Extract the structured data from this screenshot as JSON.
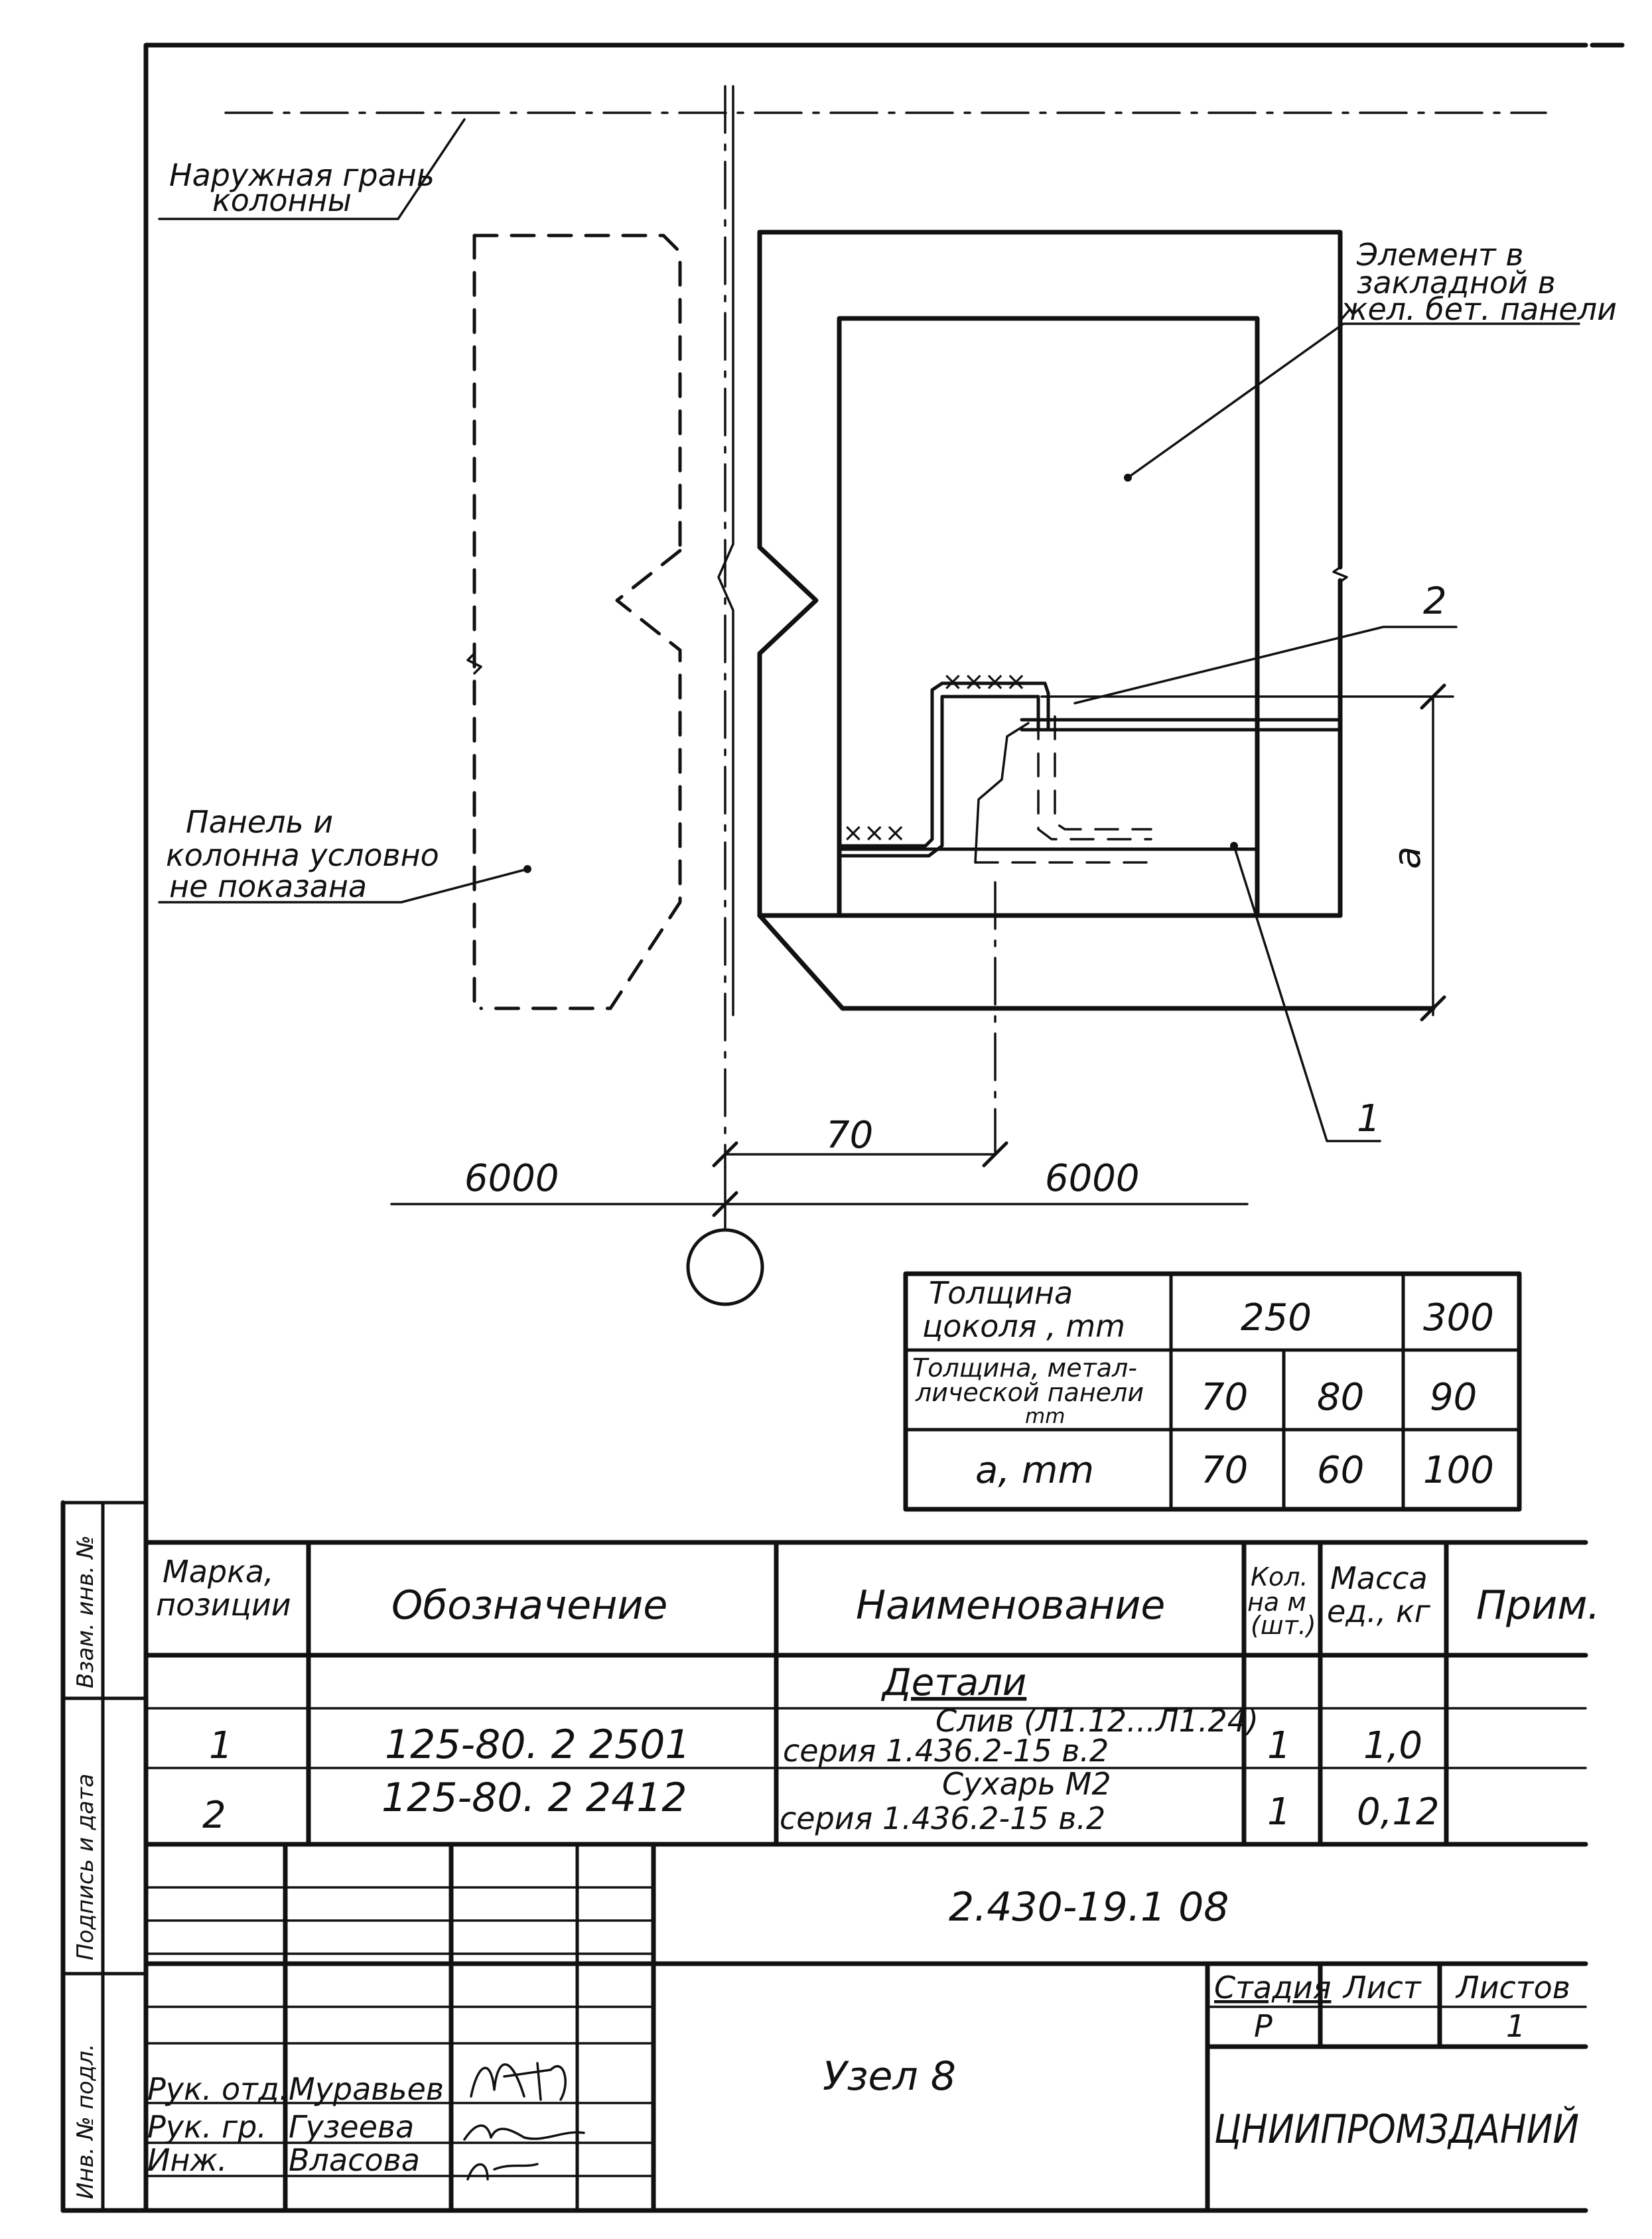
{
  "drawing": {
    "label_outer_face_line1": "Наружная грань",
    "label_outer_face_line2": "колонны",
    "label_element_line1": "Элемент в",
    "label_element_line2": "закладной в",
    "label_element_line3": "жел. бет. панели",
    "label_panel_line1": "Панель и",
    "label_panel_line2": "колонна условно",
    "label_panel_line3": "не показана",
    "callout_1": "1",
    "callout_2": "2",
    "dim_a": "а",
    "dim_70": "70",
    "dim_left_6000": "6000",
    "dim_right_6000": "6000"
  },
  "thickness_table": {
    "row1_label_line1": "Толщина",
    "row1_label_line2": "цоколя , mm",
    "row1_val_250": "250",
    "row1_val_300": "300",
    "row2_label_line1": "Толщина, метал-",
    "row2_label_line2": "лической панели",
    "row2_label_line3": "mm",
    "row2_vals": [
      "70",
      "80",
      "90"
    ],
    "row3_label": "а, mm",
    "row3_vals": [
      "70",
      "60",
      "100"
    ]
  },
  "spec_table": {
    "header": {
      "mark_line1": "Марка,",
      "mark_line2": "позиции",
      "designation": "Обозначение",
      "name": "Наименование",
      "qty_line1": "Кол.",
      "qty_line2": "на м",
      "qty_line3": "(шт.)",
      "mass_line1": "Масса",
      "mass_line2": "ед., кг",
      "note": "Прим."
    },
    "section_title": "Детали",
    "rows": [
      {
        "mark": "1",
        "designation": "125-80. 2 2501",
        "name_line1": "Слив (Л1.12...Л1.24)",
        "name_line2": "серия 1.436.2-15 в.2",
        "qty": "1",
        "mass": "1,0"
      },
      {
        "mark": "2",
        "designation": "125-80. 2 2412",
        "name_line1": "Сухарь М2",
        "name_line2": "серия 1.436.2-15 в.2",
        "qty": "1",
        "mass": "0,12"
      }
    ]
  },
  "title_block": {
    "document_code": "2.430-19.1 08",
    "sheet_title": "Узел 8",
    "stage_label": "Стадия",
    "sheet_label": "Лист",
    "sheets_label": "Листов",
    "stage_value": "Р",
    "sheet_value": "",
    "sheets_value": "1",
    "organization": "ЦНИИПРОМЗДАНИЙ",
    "staff": [
      {
        "role": "Рук. отд.",
        "name": "Муравьев"
      },
      {
        "role": "Рук. гр.",
        "name": "Гузеева"
      },
      {
        "role": "Инж.",
        "name": "Власова"
      }
    ]
  },
  "side_stamp": {
    "inv_original": "Инв. № подл.",
    "sign_date": "Подпись и дата",
    "replaced_inv": "Взам. инв. №"
  }
}
